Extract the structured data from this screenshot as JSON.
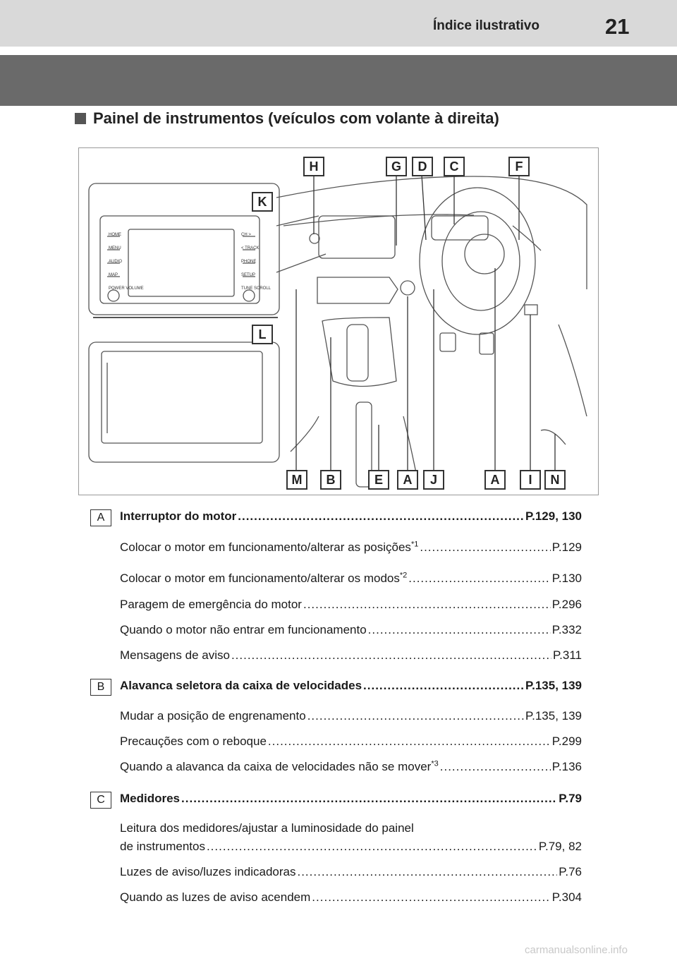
{
  "header": {
    "section_title": "Índice ilustrativo",
    "page_number": "21"
  },
  "heading": "Painel de instrumentos (veículos com volante à direita)",
  "figure": {
    "callouts_top": [
      "H",
      "G",
      "D",
      "C",
      "F"
    ],
    "callouts_bottom": [
      "M",
      "B",
      "E",
      "A",
      "J",
      "A",
      "I",
      "N"
    ],
    "callouts_side": [
      "K",
      "L"
    ],
    "radio_buttons_left": [
      "HOME",
      "MENU",
      "AUDIO",
      "MAP",
      "POWER VOLUME"
    ],
    "radio_buttons_right": [
      "CH >",
      "< TRACK",
      "PHONE",
      "SETUP",
      "TUNE SCROLL"
    ]
  },
  "entries": [
    {
      "badge": "A",
      "title": "Interruptor do motor",
      "pages": "P.129, 130",
      "items": [
        {
          "text": "Colocar o motor em funcionamento/alterar as posições",
          "sup": "*1",
          "pages": "P.129"
        },
        {
          "text": "Colocar o motor em funcionamento/alterar os modos",
          "sup": "*2",
          "pages": "P.130"
        },
        {
          "text": "Paragem de emergência do motor",
          "sup": "",
          "pages": "P.296"
        },
        {
          "text": "Quando o motor não entrar em funcionamento",
          "sup": "",
          "pages": "P.332"
        },
        {
          "text": "Mensagens de aviso",
          "sup": "",
          "pages": "P.311"
        }
      ]
    },
    {
      "badge": "B",
      "title": "Alavanca seletora da caixa de velocidades",
      "pages": "P.135, 139",
      "items": [
        {
          "text": "Mudar a posição de engrenamento",
          "sup": "",
          "pages": "P.135, 139"
        },
        {
          "text": "Precauções com o reboque",
          "sup": "",
          "pages": "P.299"
        },
        {
          "text": "Quando a alavanca da caixa de velocidades não se mover",
          "sup": "*3",
          "pages": "P.136"
        }
      ]
    },
    {
      "badge": "C",
      "title": "Medidores",
      "pages": "P.79",
      "items": [
        {
          "text": "de instrumentos",
          "pre": "Leitura dos medidores/ajustar a luminosidade do painel",
          "sup": "",
          "pages": "P.79, 82"
        },
        {
          "text": "Luzes de aviso/luzes indicadoras",
          "sup": "",
          "pages": "P.76"
        },
        {
          "text": "Quando as luzes de aviso acendem",
          "sup": "",
          "pages": "P.304"
        }
      ]
    }
  ],
  "watermark": "carmanualsonline.info"
}
